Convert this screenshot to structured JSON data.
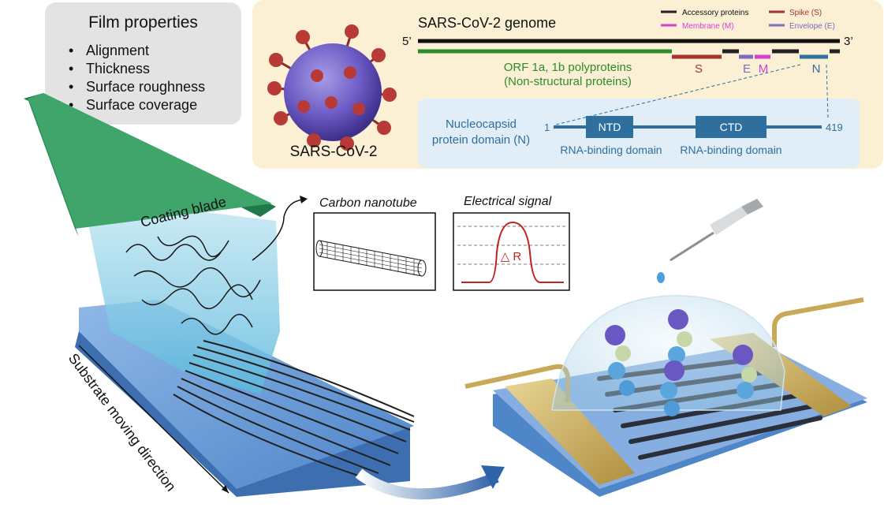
{
  "film_properties": {
    "title": "Film properties",
    "items": [
      "Alignment",
      "Thickness",
      "Surface roughness",
      "Surface coverage"
    ]
  },
  "virus": {
    "label": "SARS-CoV-2"
  },
  "genome": {
    "title": "SARS-CoV-2 genome",
    "five_prime": "5’",
    "three_prime": "3’",
    "orf_label_1": "ORF 1a, 1b polyproteins",
    "orf_label_2": "(Non-structural proteins)",
    "gene_S": "S",
    "gene_E": "E",
    "gene_M": "M",
    "gene_N": "N",
    "legend": [
      {
        "label": "Accessory proteins",
        "color": "#222222"
      },
      {
        "label": "Spike (S)",
        "color": "#a8322f"
      },
      {
        "label": "Membrane (M)",
        "color": "#d43fd4"
      },
      {
        "label": "Envelope (E)",
        "color": "#7a6cc0"
      }
    ],
    "colors": {
      "orf": "#2e8b2e",
      "genome": "#111111",
      "n": "#2e6f9e"
    }
  },
  "nucleocapsid": {
    "title_1": "Nucleocapsid",
    "title_2": "protein domain (N)",
    "start": "1",
    "end": "419",
    "ntd": "NTD",
    "ctd": "CTD",
    "ntd_desc": "RNA-binding domain",
    "ctd_desc": "RNA-binding domain",
    "color": "#2e6f9e"
  },
  "coating": {
    "blade_label": "Coating blade",
    "substrate_label": "Substrate moving direction"
  },
  "insets": {
    "cnt_title": "Carbon nanotube",
    "signal_title": "Electrical signal",
    "delta_r": "△ R",
    "signal_color": "#c0231f"
  }
}
